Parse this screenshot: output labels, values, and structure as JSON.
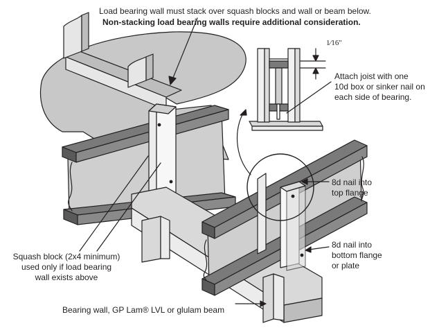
{
  "labels": {
    "top_note": "Load bearing wall must stack over squash blocks and wall or beam below.",
    "top_note_bold": "Non-stacking load bearing walls require additional consideration.",
    "gap_dimension": "1⁄16\"",
    "attach_joist": [
      "Attach joist with one",
      "10d box or sinker nail on",
      "each side of bearing."
    ],
    "nail_top": [
      "8d nail into",
      "top flange"
    ],
    "nail_bottom": [
      "8d nail into",
      "bottom flange",
      "or plate"
    ],
    "squash_block": [
      "Squash block (2x4 minimum)",
      "used only if load bearing",
      "wall exists above"
    ],
    "bearing_wall": "Bearing wall, GP Lam® LVL or glulam beam"
  }
}
